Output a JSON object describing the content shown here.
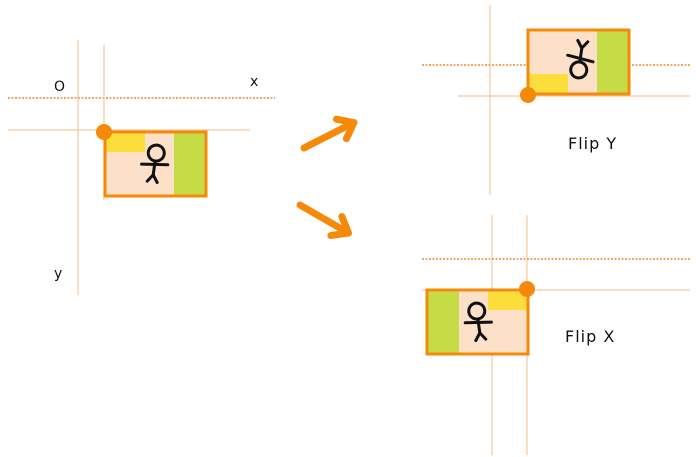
{
  "labels": {
    "origin": "O",
    "x_axis": "x",
    "y_axis": "y"
  },
  "captions": {
    "flip_y": "Flip Y",
    "flip_x": "Flip X"
  },
  "colors": {
    "frame_border": "#f58a0a",
    "origin_dot": "#f58a0a",
    "arrow": "#f58a0a",
    "panel_peach": "#fde0c8",
    "panel_yellow": "#fbdd3c",
    "panel_green": "#c5dc46",
    "axis_light": "#f6c89e",
    "axis_dashed": "#f0a865"
  },
  "icons": [
    "stick-figure-icon",
    "arrow-right-icon",
    "origin-dot-icon"
  ]
}
